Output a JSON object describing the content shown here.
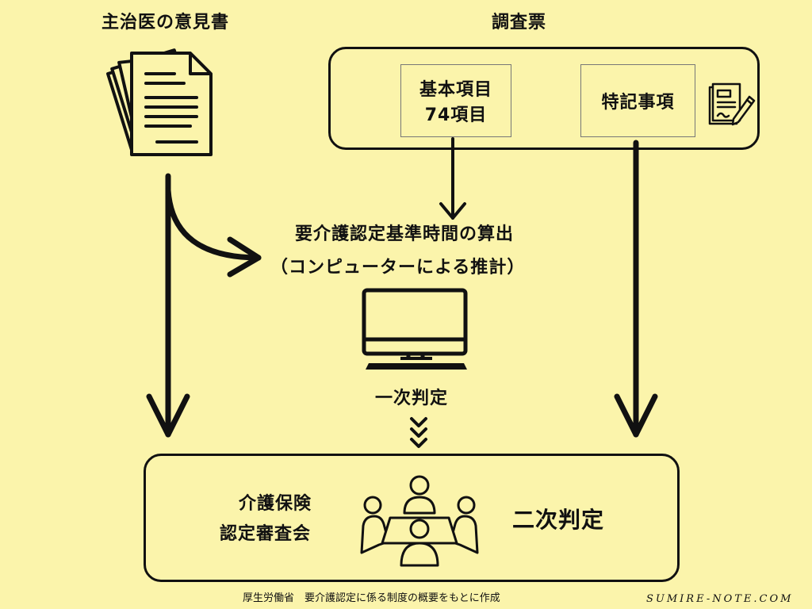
{
  "doctor_opinion": {
    "title": "主治医の意見書",
    "icon": "documents-icon"
  },
  "survey": {
    "title": "調査票",
    "basic_items": {
      "line1": "基本項目",
      "line2": "74項目"
    },
    "special_notes": {
      "label": "特記事項",
      "icon": "form-pen-icon"
    }
  },
  "calculation": {
    "line1": "要介護認定基準時間の算出",
    "line2": "（コンピューターによる推計）",
    "icon": "computer-icon"
  },
  "first_judgment": {
    "label": "一次判定",
    "icon": "triple-chevron-down-icon"
  },
  "council": {
    "name_line1": "介護保険",
    "name_line2": "認定審査会",
    "icon": "meeting-people-icon",
    "judgment": "二次判定"
  },
  "footer": {
    "source": "厚生労働省　要介護認定に係る制度の概要をもとに作成",
    "credit": "SUMIRE-NOTE.COM"
  }
}
